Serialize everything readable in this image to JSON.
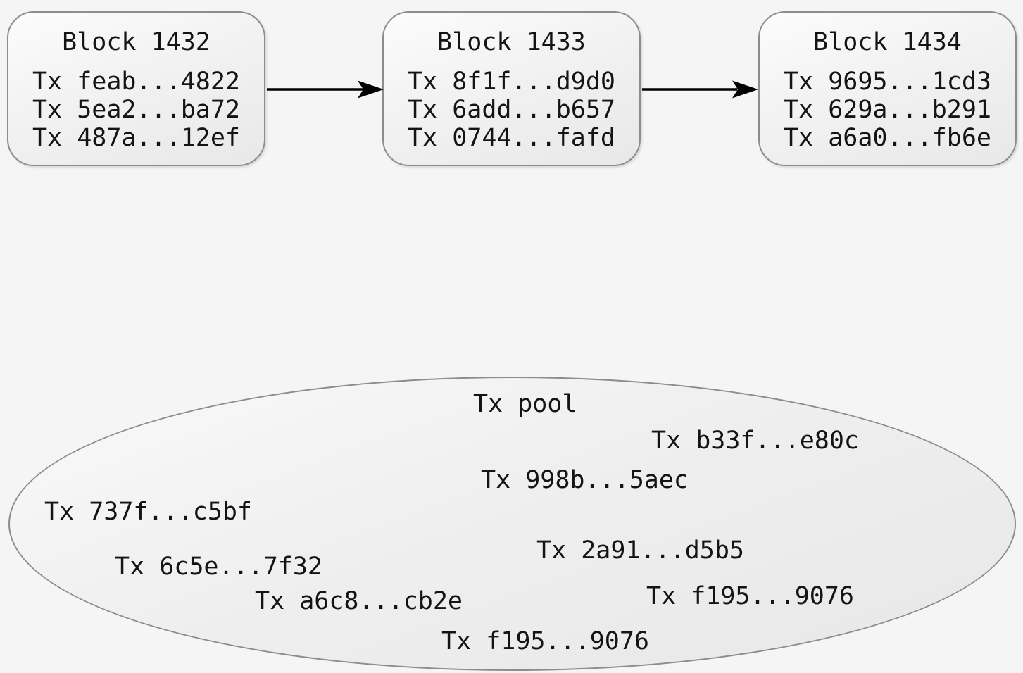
{
  "colors": {
    "background": "#f5f5f5",
    "node_border": "#8c8c8c",
    "node_fill_light": "#fcfcfc",
    "node_fill_dark": "#e8e8e8",
    "text": "#141414",
    "arrow": "#000000"
  },
  "blocks": [
    {
      "title": "Block 1432",
      "txs": [
        "Tx feab...4822",
        "Tx 5ea2...ba72",
        "Tx 487a...12ef"
      ]
    },
    {
      "title": "Block 1433",
      "txs": [
        "Tx 8f1f...d9d0",
        "Tx 6add...b657",
        "Tx 0744...fafd"
      ]
    },
    {
      "title": "Block 1434",
      "txs": [
        "Tx 9695...1cd3",
        "Tx 629a...b291",
        "Tx a6a0...fb6e"
      ]
    }
  ],
  "pool": {
    "label": "Tx pool",
    "txs": [
      "Tx b33f...e80c",
      "Tx 998b...5aec",
      "Tx 737f...c5bf",
      "Tx 2a91...d5b5",
      "Tx 6c5e...7f32",
      "Tx f195...9076",
      "Tx a6c8...cb2e",
      "Tx f195...9076"
    ]
  }
}
